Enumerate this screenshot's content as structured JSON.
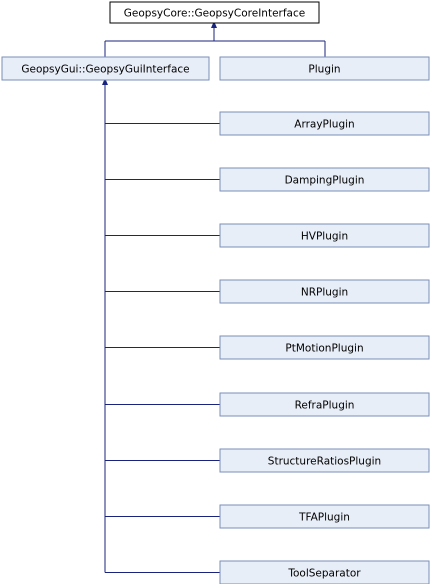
{
  "diagram": {
    "type": "class-inheritance",
    "colors": {
      "root_fill": "#ffffff",
      "root_border": "#000000",
      "node_fill": "#e8eef7",
      "node_border": "#7a8fb8",
      "edge": "#1a237e"
    },
    "root": {
      "id": "core",
      "label": "GeopsyCore::GeopsyCoreInterface"
    },
    "children_of_root": [
      {
        "id": "gui",
        "label": "GeopsyGui::GeopsyGuiInterface"
      },
      {
        "id": "plugin",
        "label": "Plugin"
      }
    ],
    "children_of_gui": [
      {
        "id": "array",
        "label": "ArrayPlugin"
      },
      {
        "id": "damping",
        "label": "DampingPlugin"
      },
      {
        "id": "hv",
        "label": "HVPlugin"
      },
      {
        "id": "nr",
        "label": "NRPlugin"
      },
      {
        "id": "ptmotion",
        "label": "PtMotionPlugin"
      },
      {
        "id": "refra",
        "label": "RefraPlugin"
      },
      {
        "id": "structureratios",
        "label": "StructureRatiosPlugin"
      },
      {
        "id": "tfa",
        "label": "TFAPlugin"
      },
      {
        "id": "toolseparator",
        "label": "ToolSeparator"
      }
    ]
  }
}
